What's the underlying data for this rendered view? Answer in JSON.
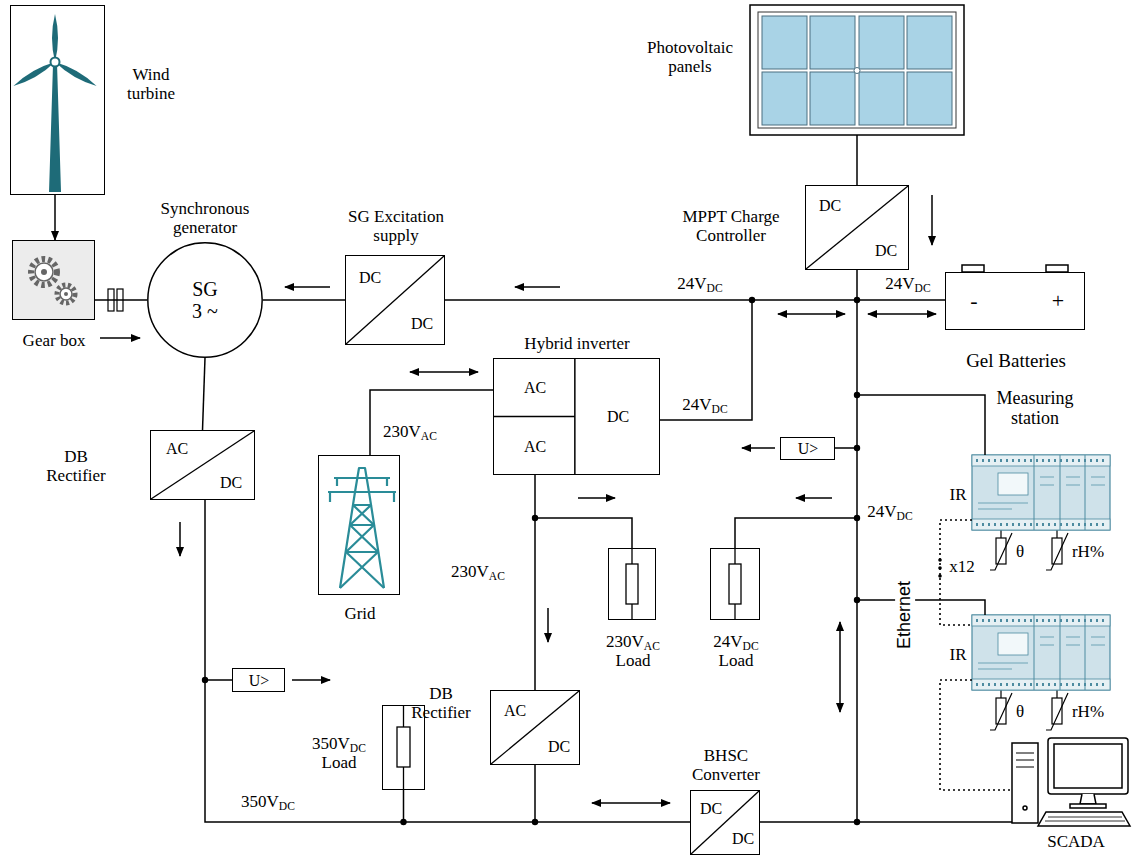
{
  "diagram": {
    "nodes": [
      {
        "text": [
          "Wind turbine"
        ]
      },
      {
        "text": [
          "Photovoltaic panels"
        ]
      },
      {
        "text": [
          "Synchronous generator",
          "SG 3 ~"
        ]
      },
      {
        "text": [
          "SG Excitation supply",
          "DC",
          "DC"
        ]
      },
      {
        "text": [
          "MPPT Charge Controller",
          "DC",
          "DC"
        ]
      },
      {
        "text": [
          "Gear box"
        ]
      },
      {
        "text": [
          "Gel Batteries",
          "-",
          "+"
        ]
      },
      {
        "text": [
          "Hybrid inverter",
          "AC",
          "AC",
          "DC"
        ]
      },
      {
        "text": [
          "Measuring station",
          "IR"
        ]
      },
      {
        "text": [
          "DB Rectifier",
          "AC",
          "DC"
        ]
      },
      {
        "text": [
          "Grid"
        ]
      },
      {
        "text": [
          "U>"
        ]
      },
      {
        "text": [
          "230VAC Load"
        ]
      },
      {
        "text": [
          "24VDC Load"
        ]
      },
      {
        "text": [
          "IR"
        ]
      },
      {
        "text": [
          "U>"
        ]
      },
      {
        "text": [
          "DB Rectifier",
          "AC",
          "DC"
        ]
      },
      {
        "text": [
          "350VDC Load"
        ]
      },
      {
        "text": [
          "BHSC Converter",
          "DC",
          "DC"
        ]
      },
      {
        "text": [
          "SCADA"
        ]
      }
    ],
    "edges": [
      {
        "from": 0,
        "to": 5,
        "arrow": "to"
      },
      {
        "from": 5,
        "to": 2,
        "arrow": "none"
      },
      {
        "from": 3,
        "to": 2,
        "arrow": "none"
      },
      {
        "from": 1,
        "to": 4,
        "arrow": "none"
      },
      {
        "from": 2,
        "to": 9,
        "arrow": "none"
      },
      {
        "from": 10,
        "to": 7,
        "arrow": "none"
      },
      {
        "from": 8,
        "to": 14,
        "arrow": "none"
      },
      {
        "from": 14,
        "to": 19,
        "arrow": "none"
      }
    ],
    "labels": [
      "24VDC",
      "24VDC",
      "24VDC",
      "230VAC",
      "24VDC",
      "x12",
      "θ",
      "rH%",
      "θ",
      "rH%",
      "Ethernet",
      "230VAC",
      "350VDC"
    ]
  }
}
